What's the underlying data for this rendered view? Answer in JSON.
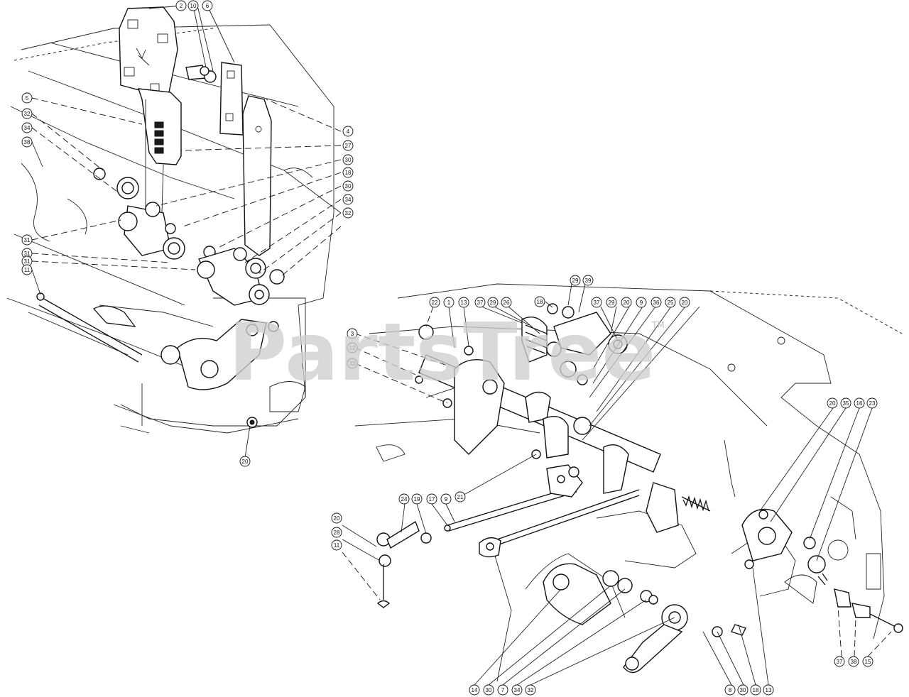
{
  "watermark": {
    "text": "PartsTree",
    "trademark": "TM"
  },
  "callouts": [
    {
      "label": "2"
    },
    {
      "label": "10"
    },
    {
      "label": "6"
    },
    {
      "label": "5"
    },
    {
      "label": "32"
    },
    {
      "label": "34"
    },
    {
      "label": "38"
    },
    {
      "label": "4"
    },
    {
      "label": "27"
    },
    {
      "label": "30"
    },
    {
      "label": "18"
    },
    {
      "label": "30"
    },
    {
      "label": "34"
    },
    {
      "label": "32"
    },
    {
      "label": "31"
    },
    {
      "label": "31"
    },
    {
      "label": "31"
    },
    {
      "label": "11"
    },
    {
      "label": "20"
    },
    {
      "label": "29"
    },
    {
      "label": "39"
    },
    {
      "label": "22"
    },
    {
      "label": "1"
    },
    {
      "label": "13"
    },
    {
      "label": "37"
    },
    {
      "label": "29"
    },
    {
      "label": "26"
    },
    {
      "label": "18"
    },
    {
      "label": "37"
    },
    {
      "label": "29"
    },
    {
      "label": "20"
    },
    {
      "label": "9"
    },
    {
      "label": "36"
    },
    {
      "label": "25"
    },
    {
      "label": "20"
    },
    {
      "label": "3"
    },
    {
      "label": "12"
    },
    {
      "label": "33"
    },
    {
      "label": "20"
    },
    {
      "label": "35"
    },
    {
      "label": "16"
    },
    {
      "label": "23"
    },
    {
      "label": "24"
    },
    {
      "label": "19"
    },
    {
      "label": "17"
    },
    {
      "label": "9"
    },
    {
      "label": "21"
    },
    {
      "label": "20"
    },
    {
      "label": "28"
    },
    {
      "label": "11"
    },
    {
      "label": "37"
    },
    {
      "label": "38"
    },
    {
      "label": "15"
    },
    {
      "label": "14"
    },
    {
      "label": "30"
    },
    {
      "label": "7"
    },
    {
      "label": "34"
    },
    {
      "label": "32"
    },
    {
      "label": "8"
    },
    {
      "label": "30"
    },
    {
      "label": "18"
    },
    {
      "label": "13"
    }
  ]
}
